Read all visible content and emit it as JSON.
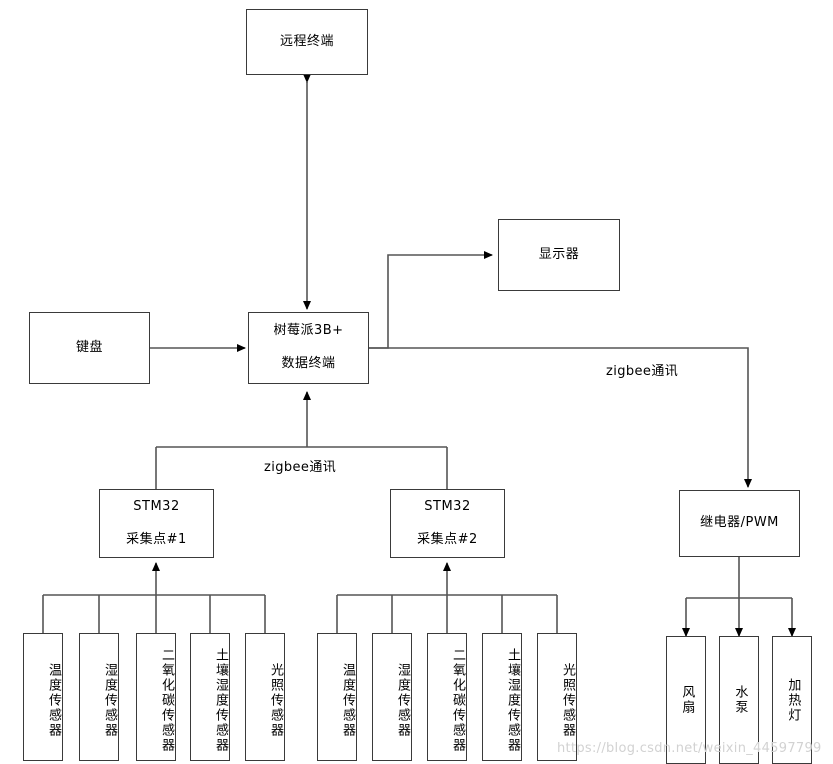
{
  "diagram": {
    "title_nodes": {
      "remote_terminal": "远程终端",
      "display": "显示器",
      "keyboard": "键盘",
      "gateway_line1": "树莓派3B+",
      "gateway_line2": "数据终端",
      "node1_line1": "STM32",
      "node1_line2": "采集点#1",
      "node2_line1": "STM32",
      "node2_line2": "采集点#2",
      "relay": "继电器/PWM"
    },
    "sensors_group_1": [
      "温度传感器",
      "湿度传感器",
      "二氧化碳传感器",
      "土壤湿度传感器",
      "光照传感器"
    ],
    "sensors_group_2": [
      "温度传感器",
      "湿度传感器",
      "二氧化碳传感器",
      "土壤湿度传感器",
      "光照传感器"
    ],
    "actuators": [
      "风扇",
      "水泵",
      "加热灯"
    ],
    "edge_labels": {
      "zigbee_right": "zigbee通讯",
      "zigbee_bottom": "zigbee通讯"
    },
    "watermark": "https://blog.csdn.net/weixin_44597799",
    "colors": {
      "stroke": "#3a3a3a",
      "wire": "#555555",
      "arrow": "#000000",
      "background": "#ffffff",
      "watermark": "#d2d2d2"
    }
  }
}
